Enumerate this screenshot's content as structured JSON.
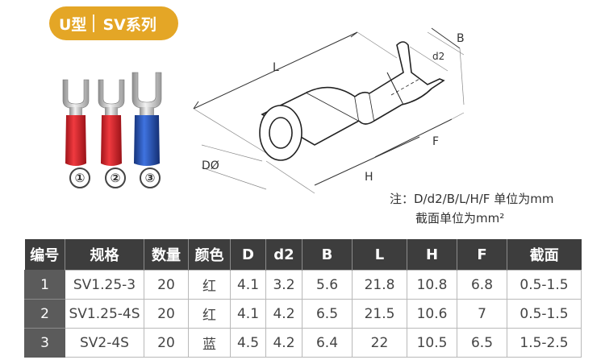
{
  "header": {
    "series_short": "U型",
    "series_name": "SV系列"
  },
  "photo": {
    "labels": [
      "①",
      "②",
      "③"
    ],
    "colors": [
      "#d8232a",
      "#d8232a",
      "#1f4fb4"
    ]
  },
  "diagram": {
    "labels": {
      "length": "L",
      "width": "B",
      "stud_hole": "d2",
      "barrel_dia": "DØ",
      "h_len": "H",
      "f_len": "F"
    },
    "note_line1": "注：D/d2/B/L/H/F 单位为mm",
    "note_line2": "截面单位为mm²"
  },
  "table": {
    "headers": [
      "编号",
      "规格",
      "数量",
      "颜色",
      "D",
      "d2",
      "B",
      "L",
      "H",
      "F",
      "截面"
    ],
    "rows": [
      [
        "1",
        "SV1.25-3",
        "20",
        "红",
        "4.1",
        "3.2",
        "5.6",
        "21.8",
        "10.8",
        "6.8",
        "0.5-1.5"
      ],
      [
        "2",
        "SV1.25-4S",
        "20",
        "红",
        "4.1",
        "4.2",
        "6.5",
        "21.5",
        "10.6",
        "7",
        "0.5-1.5"
      ],
      [
        "3",
        "SV2-4S",
        "20",
        "蓝",
        "4.5",
        "4.2",
        "6.4",
        "22",
        "10.5",
        "6.5",
        "1.5-2.5"
      ]
    ]
  }
}
